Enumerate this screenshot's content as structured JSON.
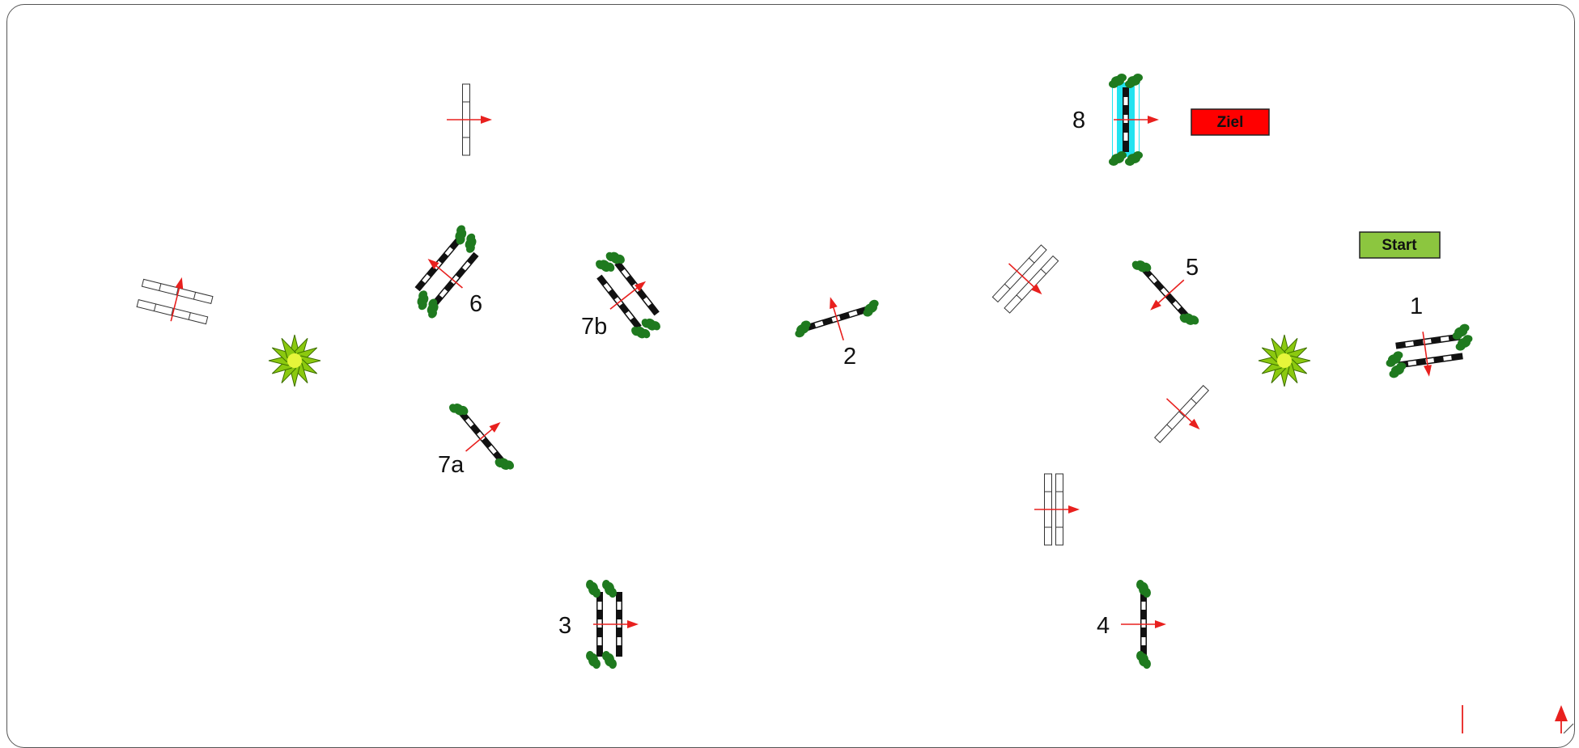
{
  "course": {
    "labels": {
      "l1": "1",
      "l2": "2",
      "l3": "3",
      "l4": "4",
      "l5": "5",
      "l6": "6",
      "l7a": "7a",
      "l7b": "7b",
      "l8": "8"
    },
    "start_label": "Start",
    "finish_label": "Ziel"
  },
  "colors": {
    "start": "#8cc63f",
    "finish": "#ff0000",
    "water": "#22e3f0",
    "arrow": "#e8201e",
    "hedge": "#1f7a1f"
  },
  "icons": [
    "fence-icon",
    "arrow-icon",
    "bush-icon",
    "water-jump-icon"
  ]
}
